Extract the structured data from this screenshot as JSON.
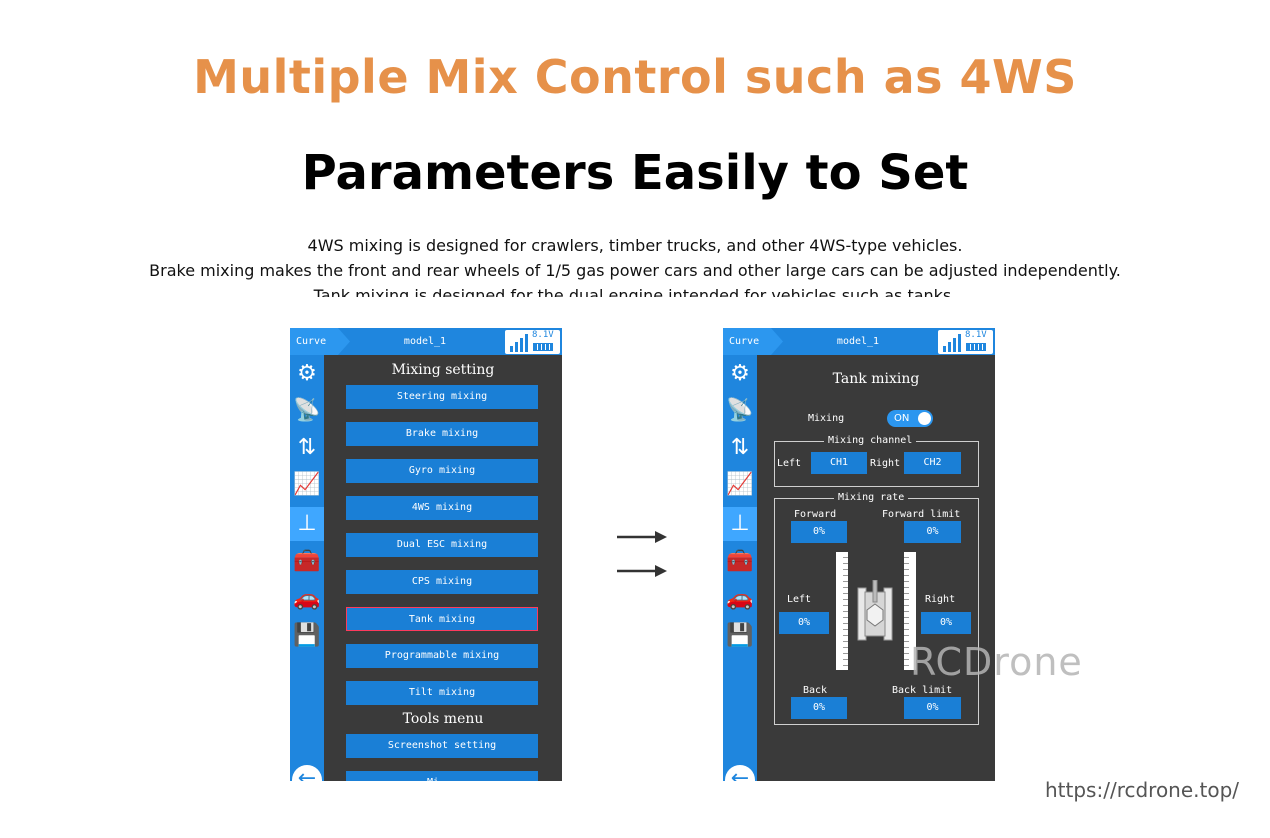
{
  "header": {
    "headline": "Multiple Mix Control such as 4WS",
    "subheadline": "Parameters Easily to Set",
    "description": [
      "4WS mixing is designed for crawlers, timber trucks, and other 4WS-type vehicles.",
      "Brake mixing makes the front and rear wheels of 1/5 gas power cars and other large cars can be adjusted independently.",
      "Tank mixing is designed for the dual engine intended for vehicles such as tanks."
    ],
    "colors": {
      "headline": "#e6914a",
      "subheadline": "#000000"
    }
  },
  "device": {
    "tab_label": "Curve",
    "model_name": "model_1",
    "voltage": "8.1V",
    "colors": {
      "accent": "#1f86de",
      "screen_bg": "#3a3a3a",
      "selected_border": "#ff3a5c"
    },
    "sidebar_icons": [
      "gear-icon",
      "transmitter-icon",
      "reverse-arrows-icon",
      "chart-icon",
      "chassis-icon",
      "toolbox-icon",
      "car-swap-icon",
      "sd-card-icon"
    ],
    "back_icon": "back-arrow-icon"
  },
  "mixing_screen": {
    "section_title": "Mixing setting",
    "items": [
      "Steering mixing",
      "Brake mixing",
      "Gyro mixing",
      "4WS mixing",
      "Dual ESC mixing",
      "CPS mixing",
      "Tank mixing",
      "Programmable mixing",
      "Tilt mixing"
    ],
    "selected_item": "Tank mixing",
    "tools_title": "Tools menu",
    "tools_items": [
      "Screenshot setting",
      "Mi..."
    ]
  },
  "tank_screen": {
    "title": "Tank mixing",
    "mixing_label": "Mixing",
    "mixing_toggle": "ON",
    "channel_group": {
      "title": "Mixing channel",
      "left_label": "Left",
      "left_value": "CH1",
      "right_label": "Right",
      "right_value": "CH2"
    },
    "rate_group": {
      "title": "Mixing rate",
      "forward_label": "Forward",
      "forward_value": "0%",
      "forward_limit_label": "Forward limit",
      "forward_limit_value": "0%",
      "left_label": "Left",
      "left_value": "0%",
      "right_label": "Right",
      "right_value": "0%",
      "back_label": "Back",
      "back_value": "0%",
      "back_limit_label": "Back limit",
      "back_limit_value": "0%"
    }
  },
  "watermark": "RCDrone",
  "url": "https://rcdrone.top/"
}
